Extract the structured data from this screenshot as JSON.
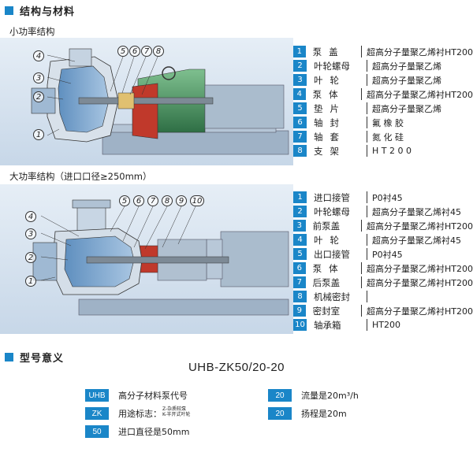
{
  "header": {
    "title": "结构与材料"
  },
  "small_pump": {
    "label": "小功率结构",
    "callouts": [
      "1",
      "2",
      "3",
      "4",
      "5",
      "6",
      "7",
      "8"
    ],
    "parts": [
      {
        "num": "1",
        "name": "泵盖",
        "material": "超高分子量聚乙烯衬HT200"
      },
      {
        "num": "2",
        "name": "叶轮螺母",
        "material": "超高分子量聚乙烯"
      },
      {
        "num": "3",
        "name": "叶轮",
        "material": "超高分子量聚乙烯"
      },
      {
        "num": "4",
        "name": "泵体",
        "material": "超高分子量聚乙烯衬HT200"
      },
      {
        "num": "5",
        "name": "垫片",
        "material": "超高分子量聚乙烯"
      },
      {
        "num": "6",
        "name": "轴封",
        "material": "氟 橡 胶"
      },
      {
        "num": "7",
        "name": "轴套",
        "material": "氮 化 硅"
      },
      {
        "num": "8",
        "name": "支架",
        "material": "H T 2 0 0"
      }
    ]
  },
  "large_pump": {
    "label": "大功率结构（进口口径≥250mm）",
    "callouts": [
      "1",
      "2",
      "3",
      "4",
      "5",
      "6",
      "7",
      "8",
      "9",
      "10"
    ],
    "parts": [
      {
        "num": "1",
        "name": "进口接管",
        "material": "P0衬45"
      },
      {
        "num": "2",
        "name": "叶轮螺母",
        "material": "超高分子量聚乙烯衬45"
      },
      {
        "num": "3",
        "name": "前泵盖",
        "material": "超高分子量聚乙烯衬HT200"
      },
      {
        "num": "4",
        "name": "叶轮",
        "material": "超高分子量聚乙烯衬45"
      },
      {
        "num": "5",
        "name": "出口接管",
        "material": "P0衬45"
      },
      {
        "num": "6",
        "name": "泵体",
        "material": "超高分子量聚乙烯衬HT200"
      },
      {
        "num": "7",
        "name": "后泵盖",
        "material": "超高分子量聚乙烯衬HT200"
      },
      {
        "num": "8",
        "name": "机械密封",
        "material": ""
      },
      {
        "num": "9",
        "name": "密封室",
        "material": "超高分子量聚乙烯衬HT200"
      },
      {
        "num": "10",
        "name": "轴承箱",
        "material": "HT200"
      }
    ]
  },
  "model": {
    "section_title": "型号意义",
    "code": "UHB-ZK50/20-20",
    "items": [
      {
        "code": "UHB",
        "text": "高分子材料泵代号"
      },
      {
        "code": "ZK",
        "text": "用途标志：",
        "notes": [
          "Z-杂质较泵",
          "K-半开式叶轮"
        ]
      },
      {
        "code": "50",
        "text": "进口直径是50mm"
      },
      {
        "code": "20",
        "text": "流量是20m³/h"
      },
      {
        "code": "20",
        "text": "扬程是20m"
      }
    ]
  },
  "colors": {
    "accent": "#1a86c8",
    "liner_red": "#c0392b",
    "motor_green": "#3f8f5a",
    "body_blue": "#8fb6d8"
  }
}
